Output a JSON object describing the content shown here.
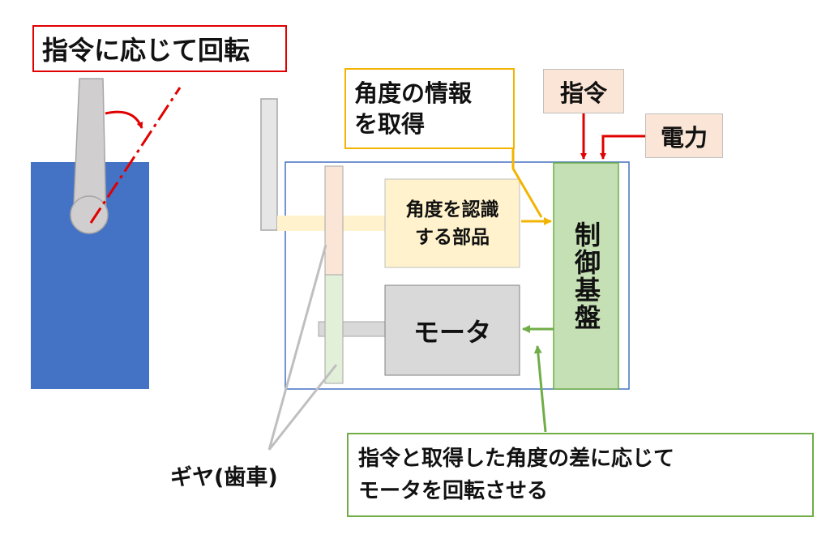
{
  "title_box": {
    "text": "指令に応じて回転"
  },
  "angle_info_box": {
    "line1": "角度の情報",
    "line2": "を取得"
  },
  "command_box": {
    "text": "指令"
  },
  "power_box": {
    "text": "電力"
  },
  "angle_sensor": {
    "line1": "角度を認識",
    "line2": "する部品"
  },
  "control_board": {
    "text": "制御基盤"
  },
  "motor": {
    "text": "モータ"
  },
  "gear_label": {
    "text": "ギヤ(歯車)"
  },
  "explanation_box": {
    "line1": "指令と取得した角度の差に応じて",
    "line2": "モータを回転させる"
  },
  "colors": {
    "servo_blue": "#4472c4",
    "arm_gray": "#d0cece",
    "red": "#e00000",
    "orange": "#f2b400",
    "green": "#70ad47",
    "peach": "#fbe5d6",
    "cream": "#fff2cc",
    "board_green": "#c5e0b4",
    "motor_gray": "#d9d9d9"
  }
}
